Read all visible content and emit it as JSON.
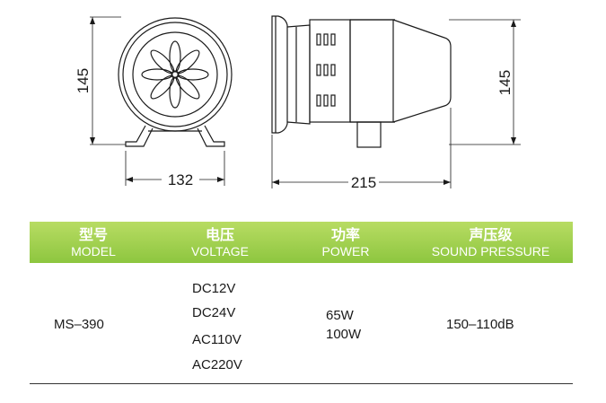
{
  "dimensions": {
    "front_height": "145",
    "front_width": "132",
    "side_length": "215",
    "side_height": "145"
  },
  "table": {
    "headers": [
      {
        "zh": "型号",
        "en": "MODEL"
      },
      {
        "zh": "电压",
        "en": "VOLTAGE"
      },
      {
        "zh": "功率",
        "en": "POWER"
      },
      {
        "zh": "声压级",
        "en": "SOUND PRESSURE"
      }
    ],
    "row": {
      "model": "MS–390",
      "voltages": [
        "DC12V",
        "DC24V",
        "AC110V",
        "AC220V"
      ],
      "power": [
        "65W",
        "100W"
      ],
      "sound_pressure": "150–110dB"
    }
  },
  "colors": {
    "header_green": "#8dc63f"
  }
}
